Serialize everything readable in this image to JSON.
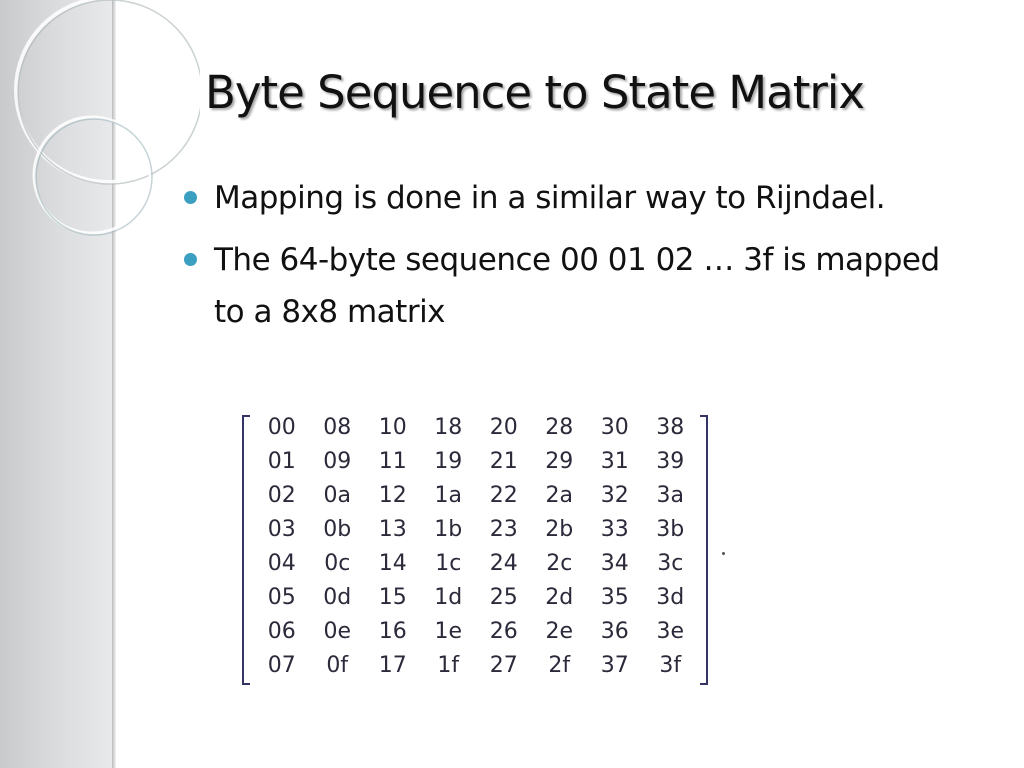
{
  "slide": {
    "title": "Byte Sequence to State Matrix",
    "bullets": [
      "Mapping is done in a similar way to Rijndael.",
      "The 64-byte sequence 00 01 02 … 3f is mapped to a 8x8 matrix"
    ],
    "matrix": [
      [
        "00",
        "08",
        "10",
        "18",
        "20",
        "28",
        "30",
        "38"
      ],
      [
        "01",
        "09",
        "11",
        "19",
        "21",
        "29",
        "31",
        "39"
      ],
      [
        "02",
        "0a",
        "12",
        "1a",
        "22",
        "2a",
        "32",
        "3a"
      ],
      [
        "03",
        "0b",
        "13",
        "1b",
        "23",
        "2b",
        "33",
        "3b"
      ],
      [
        "04",
        "0c",
        "14",
        "1c",
        "24",
        "2c",
        "34",
        "3c"
      ],
      [
        "05",
        "0d",
        "15",
        "1d",
        "25",
        "2d",
        "35",
        "3d"
      ],
      [
        "06",
        "0e",
        "16",
        "1e",
        "26",
        "2e",
        "36",
        "3e"
      ],
      [
        "07",
        "0f",
        "17",
        "1f",
        "27",
        "2f",
        "37",
        "3f"
      ]
    ]
  },
  "colors": {
    "bullet": "#3b9fc1",
    "text": "#111111",
    "matrix_text": "#2a2a3a",
    "bracket": "#333366",
    "side_panel": "#d6d7d9"
  }
}
